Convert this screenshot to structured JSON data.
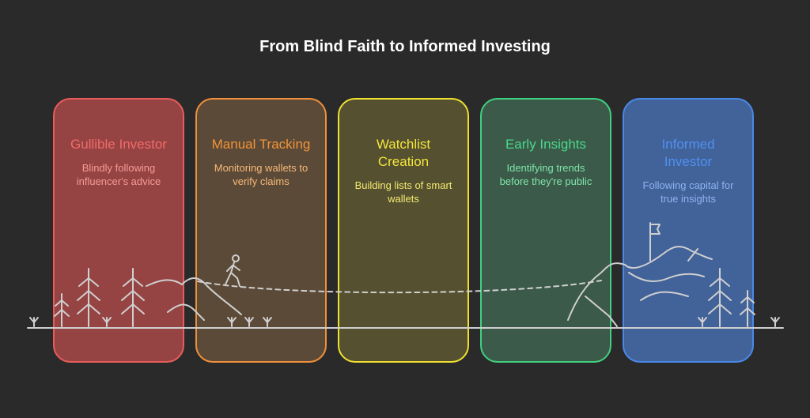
{
  "title": "From Blind Faith to Informed Investing",
  "stages": [
    {
      "heading": "Gullible Investor",
      "description": "Blindly following influencer's advice",
      "fill": "#964443",
      "border": "#e85c5c",
      "text": "#f06a6a",
      "sub": "#f39a96"
    },
    {
      "heading": "Manual Tracking",
      "description": "Monitoring wallets to verify claims",
      "fill": "#5c4a38",
      "border": "#f0903a",
      "text": "#f0943a",
      "sub": "#f5b878"
    },
    {
      "heading": "Watchlist Creation",
      "description": "Building lists of smart wallets",
      "fill": "#545030",
      "border": "#f0e030",
      "text": "#f5e63c",
      "sub": "#f5ea70"
    },
    {
      "heading": "Early Insights",
      "description": "Identifying trends before they're public",
      "fill": "#3c5a4a",
      "border": "#40d080",
      "text": "#4ad88a",
      "sub": "#7ee6aa"
    },
    {
      "heading": "Informed Investor",
      "description": "Following capital for true insights",
      "fill": "#42639a",
      "border": "#4a88e8",
      "text": "#5090f0",
      "sub": "#8eb2f0"
    }
  ]
}
